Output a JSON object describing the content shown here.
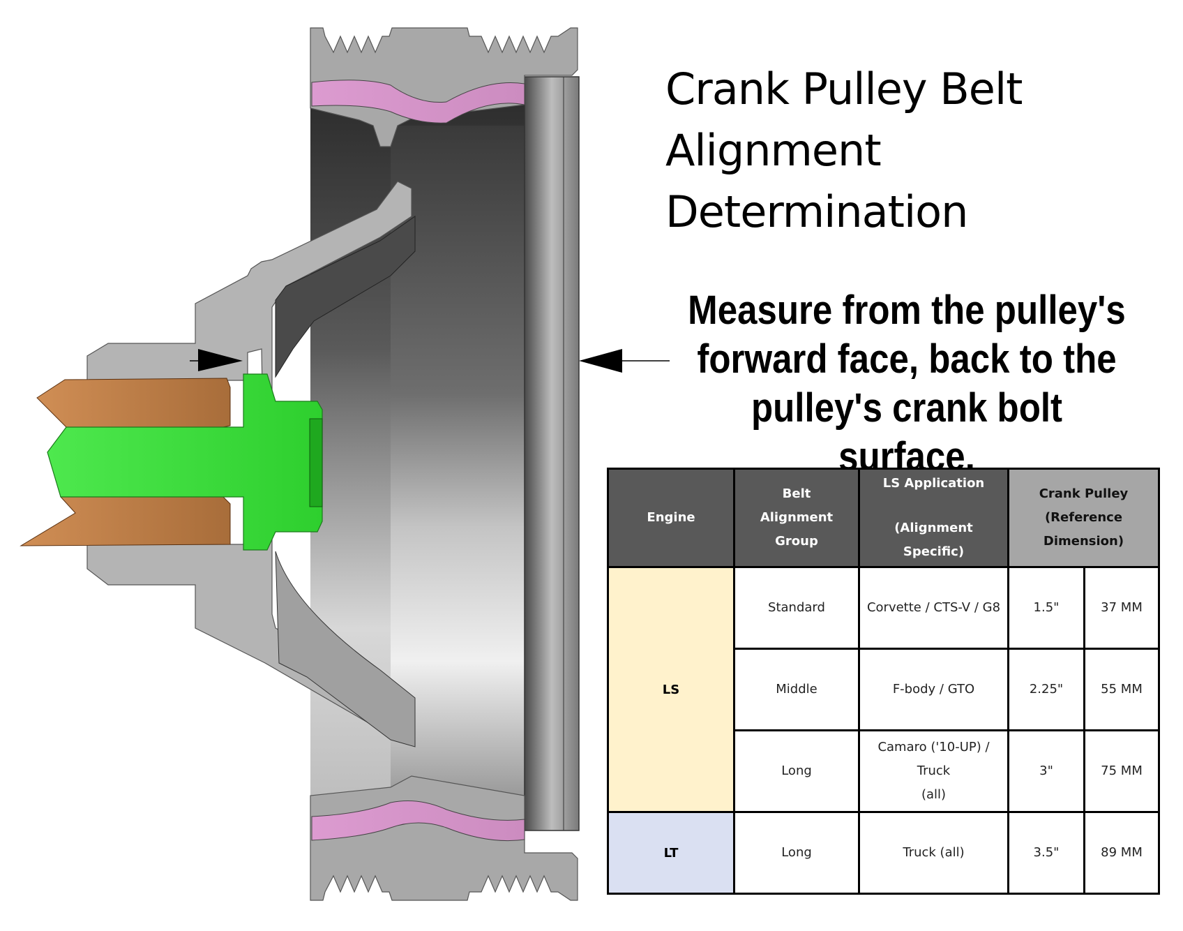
{
  "title": {
    "line1": "Crank Pulley Belt",
    "line2": "Alignment Determination"
  },
  "callout": {
    "line1": "Measure from the pulley's",
    "line2": "forward face, back to the",
    "line3": "pulley's crank bolt surface."
  },
  "diagram": {
    "parts": [
      "crank-pulley-cross-section",
      "crank-bolt",
      "crankshaft-snout",
      "rubber-damper-ring"
    ],
    "colors": {
      "pulley_metal": "#a9a9a9",
      "pulley_dark": "#3c3c3c",
      "bolt": "#3ed63e",
      "crankshaft": "#c0804a",
      "damper": "#d590c4"
    },
    "arrows": [
      "crank-bolt-surface-arrow",
      "forward-face-arrow"
    ]
  },
  "table": {
    "headers": {
      "engine": "Engine",
      "belt_group": [
        "Belt",
        "Alignment",
        "Group"
      ],
      "application": [
        "LS Application",
        "(Alignment Specific)"
      ],
      "reference": [
        "Crank Pulley (Reference",
        "Dimension)"
      ]
    },
    "colors": {
      "header_dark": "#595959",
      "header_light": "#a6a6a6",
      "ls_fill": "#fff2cc",
      "lt_fill": "#dae0f2"
    },
    "engines": [
      {
        "name": "LS",
        "rows": [
          {
            "group": "Standard",
            "application": [
              "Corvette / CTS-V / G8"
            ],
            "inches": "1.5\"",
            "mm": "37 MM"
          },
          {
            "group": "Middle",
            "application": [
              "F-body / GTO"
            ],
            "inches": "2.25\"",
            "mm": "55 MM"
          },
          {
            "group": "Long",
            "application": [
              "Camaro ('10-UP) / Truck",
              "(all)"
            ],
            "inches": "3\"",
            "mm": "75 MM"
          }
        ]
      },
      {
        "name": "LT",
        "rows": [
          {
            "group": "Long",
            "application": [
              "Truck (all)"
            ],
            "inches": "3.5\"",
            "mm": "89 MM"
          }
        ]
      }
    ]
  }
}
